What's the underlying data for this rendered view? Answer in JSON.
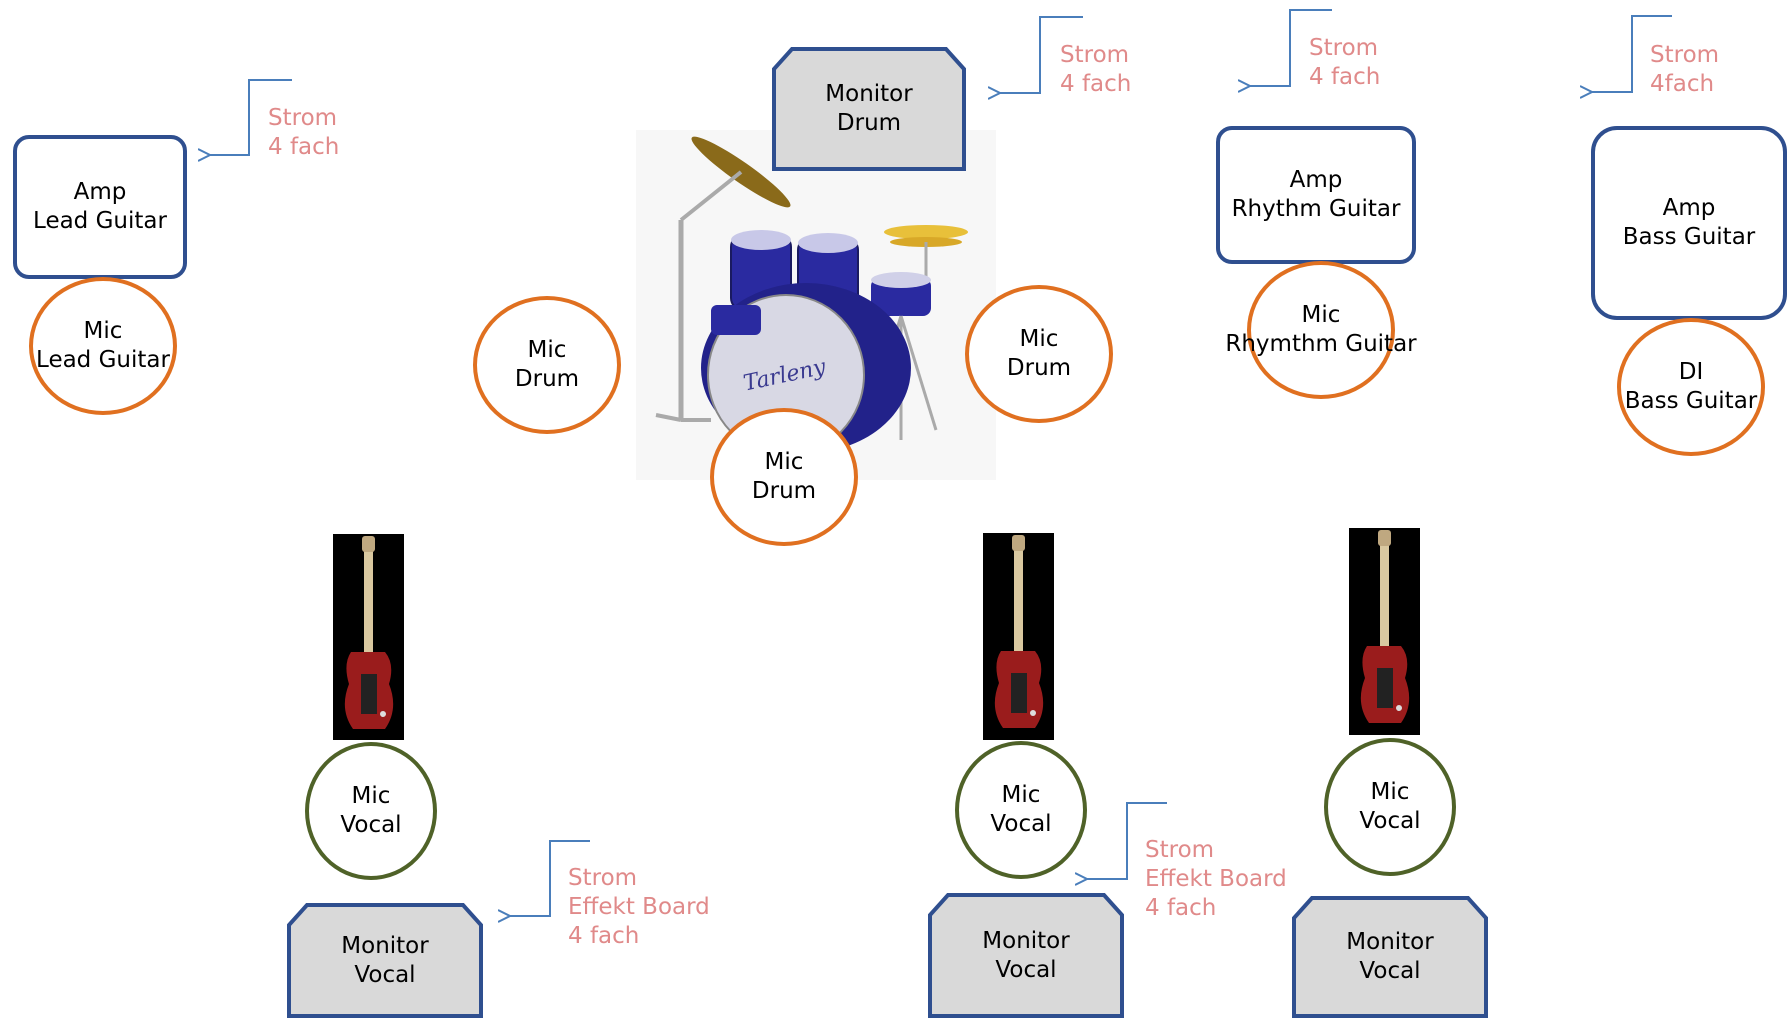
{
  "monitors": {
    "drum": {
      "line1": "Monitor",
      "line2": "Drum"
    },
    "vocal_left": {
      "line1": "Monitor",
      "line2": "Vocal"
    },
    "vocal_center": {
      "line1": "Monitor",
      "line2": "Vocal"
    },
    "vocal_right": {
      "line1": "Monitor",
      "line2": "Vocal"
    }
  },
  "amps": {
    "lead": {
      "line1": "Amp",
      "line2": "Lead Guitar"
    },
    "rhythm": {
      "line1": "Amp",
      "line2": "Rhythm Guitar"
    },
    "bass": {
      "line1": "Amp",
      "line2": "Bass Guitar"
    }
  },
  "mics": {
    "lead": {
      "line1": "Mic",
      "line2": "Lead Guitar"
    },
    "drum_left": {
      "line1": "Mic",
      "line2": "Drum"
    },
    "drum_right": {
      "line1": "Mic",
      "line2": "Drum"
    },
    "drum_bottom": {
      "line1": "Mic",
      "line2": "Drum"
    },
    "rhythm": {
      "line1": "Mic",
      "line2": "Rhymthm Guitar"
    },
    "bass_di": {
      "line1": "DI",
      "line2": "Bass Guitar"
    },
    "vocal_left": {
      "line1": "Mic",
      "line2": "Vocal"
    },
    "vocal_center": {
      "line1": "Mic",
      "line2": "Vocal"
    },
    "vocal_right": {
      "line1": "Mic",
      "line2": "Vocal"
    }
  },
  "power": {
    "lead": [
      "Strom",
      "4 fach"
    ],
    "drum": [
      "Strom",
      "4 fach"
    ],
    "rhythm": [
      "Strom",
      "4 fach"
    ],
    "bass": [
      "Strom",
      "4fach"
    ],
    "vocal_left": [
      "Strom",
      "Effekt Board",
      "4 fach"
    ],
    "vocal_center": [
      "Strom",
      "Effekt Board",
      "4 fach"
    ]
  },
  "colors": {
    "box_border": "#2f4f8f",
    "mic_border": "#e07020",
    "vocal_mic_border": "#4f6228",
    "power_text": "#e08a8a",
    "power_arrow": "#4a7ebb",
    "monitor_fill": "#d9d9d9"
  },
  "icons": [
    "drum-kit-image",
    "electric-guitar-image",
    "power-arrow-icon"
  ]
}
